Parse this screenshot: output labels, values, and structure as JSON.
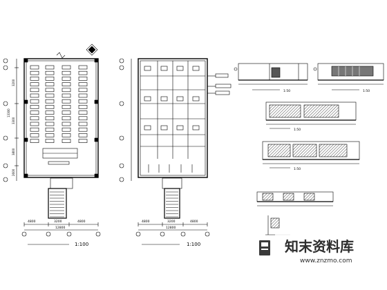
{
  "sheet": {
    "plan1_scale": "1:100",
    "plan2_scale": "1:100",
    "elev_scales": [
      "1:50",
      "1:50",
      "1:50",
      "1:50"
    ]
  },
  "dims": {
    "plan1_bottom": [
      "4800",
      "3200",
      "4800",
      "12800"
    ],
    "plan2_bottom": [
      "4800",
      "3200",
      "4800",
      "12800"
    ],
    "plan_left": [
      "3200",
      "3300",
      "13300",
      "3800",
      "2600"
    ]
  },
  "watermark": {
    "title": "知末资料库",
    "url": "www.znzmo.com"
  }
}
